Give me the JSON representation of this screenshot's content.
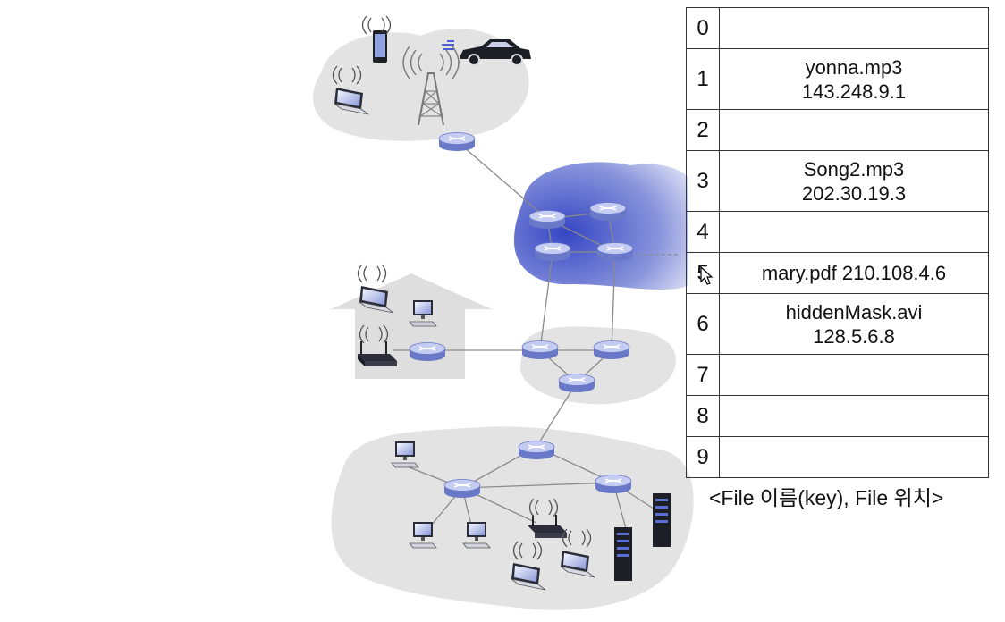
{
  "hash_table": {
    "rows": [
      {
        "index": "0",
        "line1": "",
        "line2": ""
      },
      {
        "index": "1",
        "line1": "yonna.mp3",
        "line2": "143.248.9.1"
      },
      {
        "index": "2",
        "line1": "",
        "line2": ""
      },
      {
        "index": "3",
        "line1": "Song2.mp3",
        "line2": "202.30.19.3"
      },
      {
        "index": "4",
        "line1": "",
        "line2": ""
      },
      {
        "index": "5",
        "line1": "mary.pdf 210.108.4.6",
        "line2": ""
      },
      {
        "index": "6",
        "line1": "hiddenMask.avi",
        "line2": "128.5.6.8"
      },
      {
        "index": "7",
        "line1": "",
        "line2": ""
      },
      {
        "index": "8",
        "line1": "",
        "line2": ""
      },
      {
        "index": "9",
        "line1": "",
        "line2": ""
      }
    ],
    "caption": "<File 이름(key), File 위치>"
  },
  "icons": [
    "router-icon",
    "smartphone-icon",
    "car-icon",
    "cell-tower-icon",
    "laptop-icon",
    "desktop-icon",
    "wireless-router-icon",
    "server-icon",
    "house-icon",
    "mouse-cursor-icon"
  ],
  "colors": {
    "cloud_gray": "#e3e3e3",
    "isp_blue": "#4d5fd0",
    "router_top": "#b9c3ee",
    "router_side": "#6a78c8",
    "link": "#8a8a8a"
  }
}
